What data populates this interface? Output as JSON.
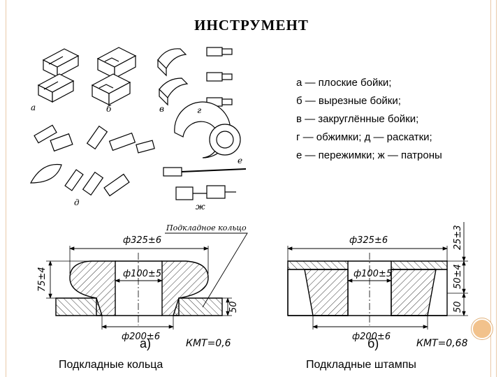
{
  "title": "ИНСТРУМЕНТ",
  "legend": [
    "а — плоские бойки;",
    "б — вырезные бойки;",
    "в — закруглённые бойки;",
    "г — обжимки; д — раскатки;",
    "е — пережимки; ж — патроны"
  ],
  "tool_labels": {
    "a": "а",
    "b": "б",
    "v": "в",
    "g": "г",
    "d": "д",
    "e": "е",
    "zh": "ж"
  },
  "drawing_a": {
    "outer_dim": "ф325±6",
    "inner_dim": "ф100±5",
    "bottom_dim": "ф200±6",
    "height_dim": "75±4",
    "side_dim": "50",
    "part_label": "Подкладное кольцо",
    "kmt": "КМТ=0,6",
    "letter": "а)",
    "caption": "Подкладные кольца"
  },
  "drawing_b": {
    "outer_dim": "ф325±6",
    "inner_dim": "ф100±5",
    "bottom_dim": "ф200±6",
    "top_dim": "25±3",
    "mid_dim": "50±4",
    "side_dim": "50",
    "kmt": "КМТ=0,68",
    "letter": "б)",
    "caption": "Подкладные штампы"
  },
  "colors": {
    "frame": "#e9c9a8",
    "accent_dot": "#f2c28c",
    "ink": "#000000"
  }
}
